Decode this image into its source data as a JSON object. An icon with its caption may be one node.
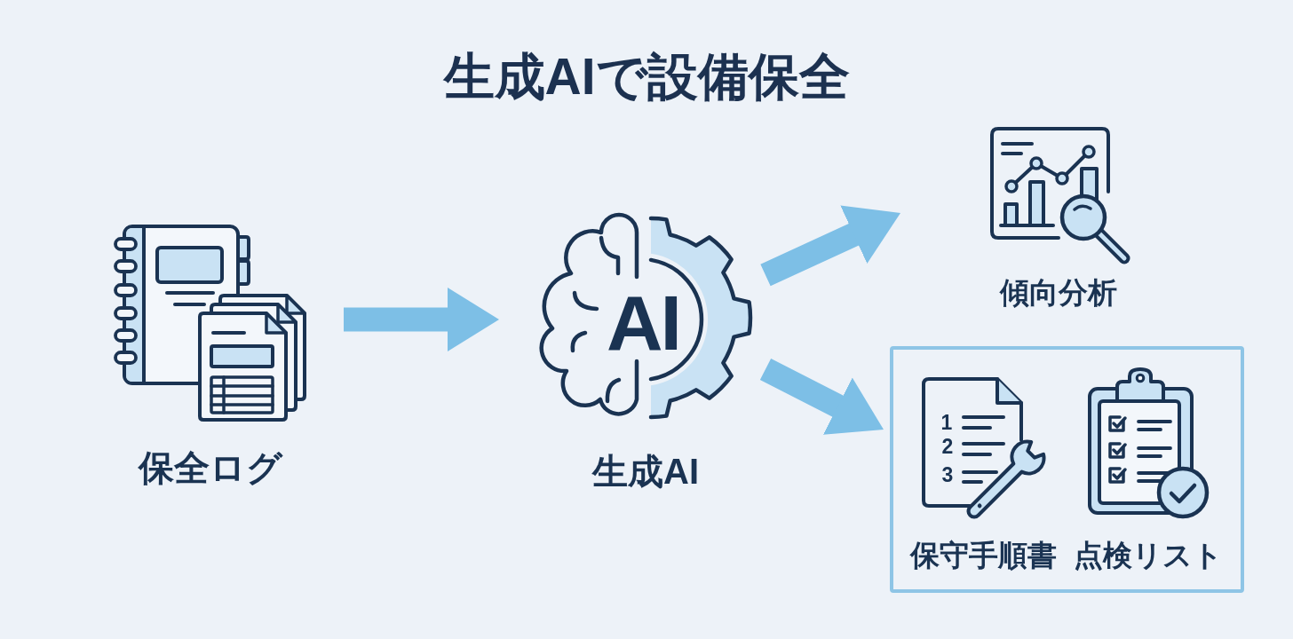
{
  "diagram": {
    "title": "生成AIで設備保全",
    "nodes": [
      {
        "text": [
          "保全ログ"
        ]
      },
      {
        "text": [
          "AI",
          "生成AI"
        ]
      },
      {
        "text": [
          "傾向分析"
        ]
      },
      {
        "text": [],
        "shape": "box"
      },
      {
        "text": [
          "1",
          "2",
          "3",
          "保守手順書"
        ],
        "in": 3
      },
      {
        "text": [
          "点検リスト"
        ],
        "in": 3
      }
    ],
    "edges": [
      {
        "from": 0,
        "to": 1,
        "arrow": "to"
      },
      {
        "from": 1,
        "to": 2,
        "arrow": "to"
      },
      {
        "from": 1,
        "to": 3,
        "arrow": "to"
      }
    ]
  }
}
